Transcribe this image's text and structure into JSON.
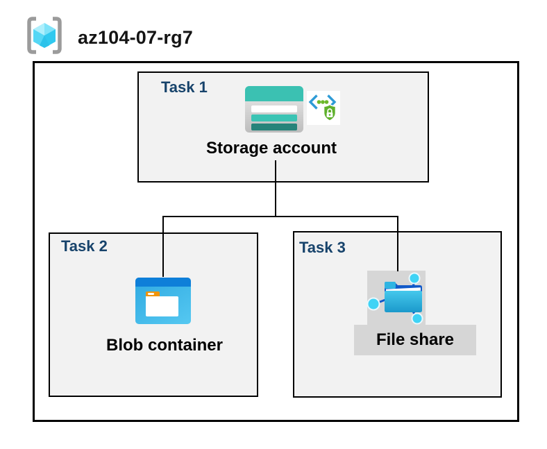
{
  "header": {
    "icon": "resource-group-icon",
    "title": "az104-07-rg7"
  },
  "tasks": [
    {
      "label": "Task 1",
      "resource": "Storage account",
      "icons": [
        "storage-account-icon",
        "secure-access-icon"
      ]
    },
    {
      "label": "Task 2",
      "resource": "Blob container",
      "icons": [
        "blob-container-icon"
      ]
    },
    {
      "label": "Task 3",
      "resource": "File share",
      "icons": [
        "file-share-icon"
      ]
    }
  ],
  "colors": {
    "task_label_blue": "#17436B",
    "task_box_fill": "#F2F2F2",
    "highlight_gray": "#D6D6D6",
    "connector_black": "#000000",
    "storage_teal": "#3BC1B2",
    "storage_teal_dark": "#26837A",
    "blob_header_blue": "#0E7FD9",
    "blob_body_blue": "#3FB8E9",
    "blob_tab_orange": "#F0940A",
    "files_dark_blue": "#1159C9",
    "files_cyan": "#3FD3F5",
    "secure_bracket_blue": "#2E9BD6",
    "secure_green": "#5FB02C",
    "rg_cube_cyan": "#55D7F5",
    "rg_bracket_gray": "#9B9B9B"
  }
}
